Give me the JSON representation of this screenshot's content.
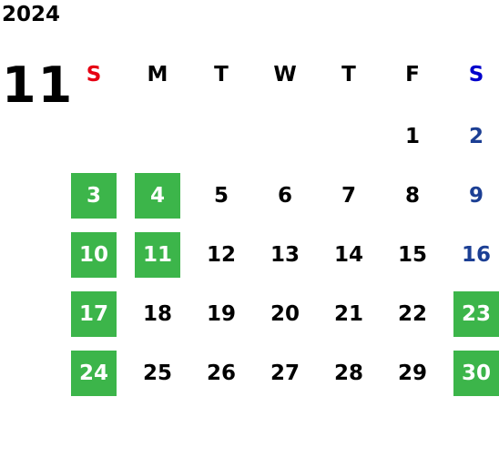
{
  "calendar": {
    "year": "2024",
    "month": "11",
    "weekdays": [
      {
        "label": "S",
        "color": "#e60012"
      },
      {
        "label": "M",
        "color": "#000000"
      },
      {
        "label": "T",
        "color": "#000000"
      },
      {
        "label": "W",
        "color": "#000000"
      },
      {
        "label": "T",
        "color": "#000000"
      },
      {
        "label": "F",
        "color": "#000000"
      },
      {
        "label": "S",
        "color": "#0000cc"
      }
    ],
    "first_weekday_index": 5,
    "days_in_month": 30,
    "colors": {
      "holiday_bg": "#3cb54a",
      "holiday_text": "#ffffff",
      "saturday_text": "#1c3f94",
      "default_text": "#000000"
    },
    "highlighted_days": [
      3,
      4,
      10,
      11,
      17,
      23,
      24,
      30
    ],
    "saturday_days": [
      2,
      9,
      16
    ]
  }
}
